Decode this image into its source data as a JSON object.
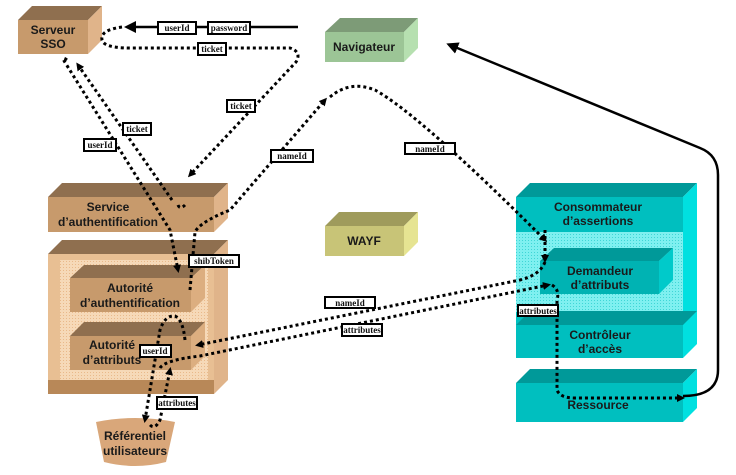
{
  "diagram": {
    "components": {
      "serveur_sso": {
        "line1": "Serveur",
        "line2": "SSO",
        "color": "#c79a6c"
      },
      "navigateur": {
        "label": "Navigateur",
        "color": "#9cc596"
      },
      "wayf": {
        "label": "WAYF",
        "color": "#c8c477"
      },
      "service_auth": {
        "line1": "Service",
        "line2": "d’authentification",
        "color": "#c79a6c"
      },
      "autorite_auth": {
        "line1": "Autorité",
        "line2": "d’authentification",
        "color": "#c79a6c"
      },
      "autorite_attr": {
        "line1": "Autorité",
        "line2": "d’attributs",
        "color": "#c79a6c"
      },
      "referentiel": {
        "line1": "Référentiel",
        "line2": "utilisateurs",
        "color": "#d9a77a"
      },
      "consommateur": {
        "line1": "Consommateur",
        "line2": "d’assertions",
        "color": "#00bfbf"
      },
      "demandeur": {
        "line1": "Demandeur",
        "line2": "d’attributs",
        "color": "#00b3b3"
      },
      "controleur": {
        "line1": "Contrôleur",
        "line2": "d’accès",
        "color": "#00bfbf"
      },
      "ressource": {
        "label": "Ressource",
        "color": "#00bfbf"
      }
    },
    "flow_labels": {
      "userId_top": "userId",
      "password_top": "password",
      "ticket_top": "ticket",
      "ticket_mid": "ticket",
      "ticket_left": "ticket",
      "userId_left": "userId",
      "nameId_mid": "nameId",
      "nameId_right": "nameId",
      "shibToken": "shibToken",
      "nameId_lower": "nameId",
      "attributes_lower": "attributes",
      "attributes_sp": "attributes",
      "userId_attr": "userId",
      "attributes_ref": "attributes"
    }
  }
}
